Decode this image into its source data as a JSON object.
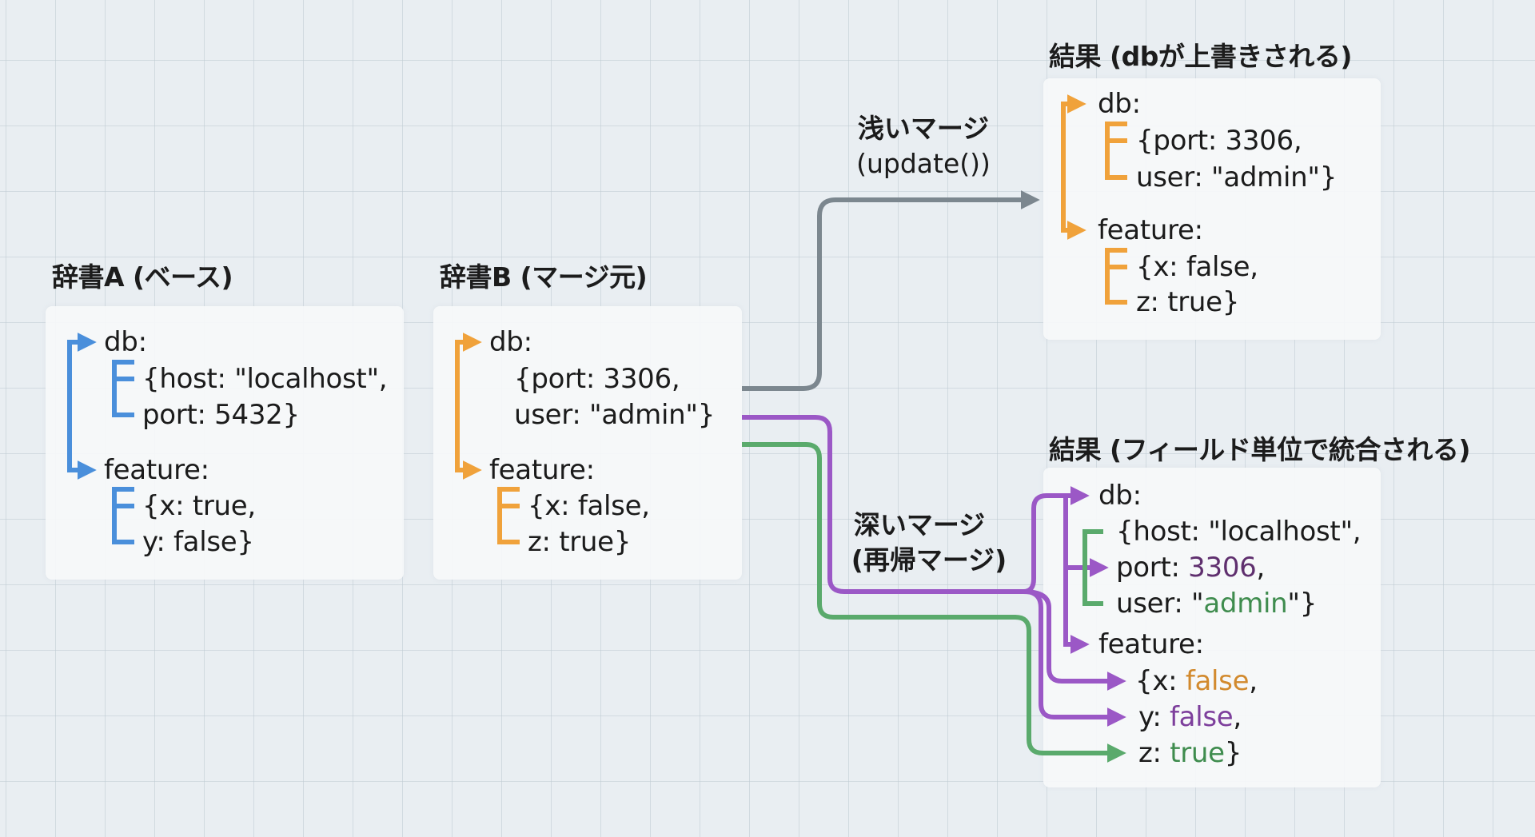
{
  "colors": {
    "dict_a": "#4a8fdb",
    "dict_b": "#f0a23b",
    "shallow": "#7c878f",
    "deep_purple": "#9b58c6",
    "deep_green": "#5aaa6c"
  },
  "dict_a": {
    "title": "辞書A (ベース)",
    "lines": {
      "db": "db:",
      "db_1": "{host: \"localhost\",",
      "db_2": "port: 5432}",
      "feature": "feature:",
      "feature_1": "{x: true,",
      "feature_2": "y: false}"
    }
  },
  "dict_b": {
    "title": "辞書B (マージ元)",
    "lines": {
      "db": "db:",
      "db_1": "{port: 3306,",
      "db_2": "user: \"admin\"}",
      "feature": "feature:",
      "feature_1": "{x: false,",
      "feature_2": "z: true}"
    }
  },
  "shallow_merge": {
    "label": "浅いマージ",
    "sublabel": "(update())"
  },
  "deep_merge": {
    "label": "深いマージ",
    "sublabel": "(再帰マージ)"
  },
  "result_shallow": {
    "title": "結果 (dbが上書きされる)",
    "lines": {
      "db": "db:",
      "db_1": "{port: 3306,",
      "db_2": "user: \"admin\"}",
      "feature": "feature:",
      "feature_1": "{x: false,",
      "feature_2": "z: true}"
    }
  },
  "result_deep": {
    "title": "結果 (フィールド単位で統合される)",
    "lines": {
      "db": "db:",
      "host_prefix": "{host: \"localhost\",",
      "port_prefix": "port: ",
      "port_value": "3306",
      "port_suffix": ",",
      "user_prefix": "user: \"",
      "user_value": "admin",
      "user_suffix": "\"}",
      "feature": "feature:",
      "x_prefix": "{x: ",
      "x_value": "false",
      "x_suffix": ",",
      "y_prefix": "y: ",
      "y_value": "false",
      "y_suffix": ",",
      "z_prefix": "z: ",
      "z_value": "true",
      "z_suffix": "}"
    }
  }
}
